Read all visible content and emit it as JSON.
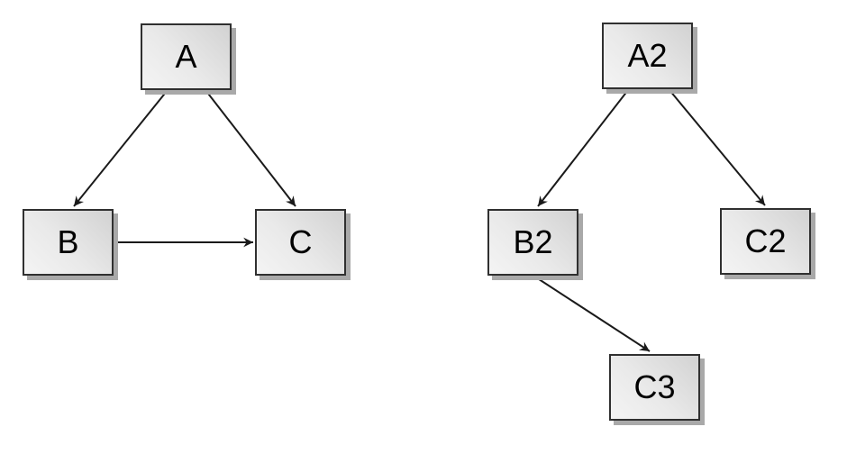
{
  "colors": {
    "background": "#ffffff",
    "node_fill_light": "#f4f4f4",
    "node_fill_dark": "#d2d2d2",
    "node_border": "#303030",
    "node_shadow": "#a9a9a9",
    "edge": "#1a1a1a",
    "label_text": "#000000"
  },
  "diagrams": [
    {
      "id": "left-graph",
      "nodes": [
        {
          "id": "A",
          "label": "A"
        },
        {
          "id": "B",
          "label": "B"
        },
        {
          "id": "C",
          "label": "C"
        }
      ],
      "edges": [
        {
          "from": "A",
          "to": "B"
        },
        {
          "from": "A",
          "to": "C"
        },
        {
          "from": "B",
          "to": "C"
        }
      ]
    },
    {
      "id": "right-graph",
      "nodes": [
        {
          "id": "A2",
          "label": "A2"
        },
        {
          "id": "B2",
          "label": "B2"
        },
        {
          "id": "C2",
          "label": "C2"
        },
        {
          "id": "C3",
          "label": "C3"
        }
      ],
      "edges": [
        {
          "from": "A2",
          "to": "B2"
        },
        {
          "from": "A2",
          "to": "C2"
        },
        {
          "from": "B2",
          "to": "C3"
        }
      ]
    }
  ]
}
